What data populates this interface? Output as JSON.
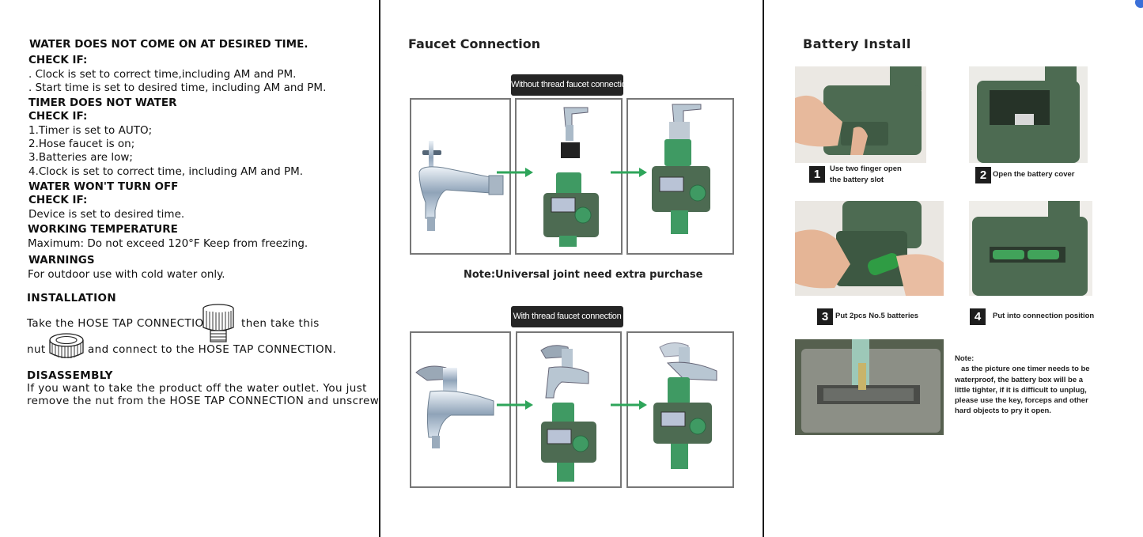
{
  "troubleshooting": {
    "q1_title": "WATER DOES NOT COME ON AT DESIRED TIME.",
    "q1_check": "CHECK IF:",
    "q1_lines": [
      ". Clock is set to correct time,including AM and PM.",
      ". Start time is set to desired time, including AM and PM."
    ],
    "q2_title": "TIMER DOES NOT WATER",
    "q2_check": "CHECK IF:",
    "q2_lines": [
      "1.Timer is set to AUTO;",
      "2.Hose faucet is on;",
      "3.Batteries are low;",
      "4.Clock is set to correct time, including AM and PM."
    ],
    "q3_title": "WATER WON'T TURN OFF",
    "q3_check": "CHECK IF:",
    "q3_lines": [
      "Device is set to desired time."
    ],
    "temp_title": "WORKING TEMPERATURE",
    "temp_line": "Maximum: Do not exceed 120°F Keep from freezing.",
    "warn_title": "WARNINGS",
    "warn_line": "For outdoor use with cold water only."
  },
  "installation": {
    "title": "INSTALLATION",
    "line1_a": "Take the HOSE TAP CONNECTION",
    "line1_b": "then take this",
    "line2_a": "nut",
    "line2_b": "and connect to the HOSE TAP CONNECTION."
  },
  "disassembly": {
    "title": "DISASSEMBLY",
    "line1": "If you want to take the product off the water outlet. You just",
    "line2": "remove the nut from the HOSE TAP CONNECTION and unscrew."
  },
  "faucet": {
    "title": "Faucet Connection",
    "label_no_thread": "Without thread faucet connection",
    "note": "Note:Universal joint need extra purchase",
    "label_thread": "With thread faucet connection"
  },
  "battery": {
    "title": "Battery Install",
    "steps": [
      {
        "num": "1",
        "cap1": "Use two finger open",
        "cap2": "the battery slot"
      },
      {
        "num": "2",
        "cap1": "Open the battery cover",
        "cap2": ""
      },
      {
        "num": "3",
        "cap1": "Put 2pcs No.5 batteries",
        "cap2": ""
      },
      {
        "num": "4",
        "cap1": "Put into connection position",
        "cap2": ""
      }
    ],
    "note_title": "Note:",
    "note_lines": [
      "as the picture one timer needs to be",
      "waterproof, the battery box will be a",
      "little tighter, if it is difficult to unplug,",
      "please use the key, forceps and other",
      "hard objects to pry it open."
    ]
  },
  "colors": {
    "timer_green": "#3f9a63",
    "arrow_green": "#2ea55a",
    "timer_housing": "#4d6b52"
  }
}
